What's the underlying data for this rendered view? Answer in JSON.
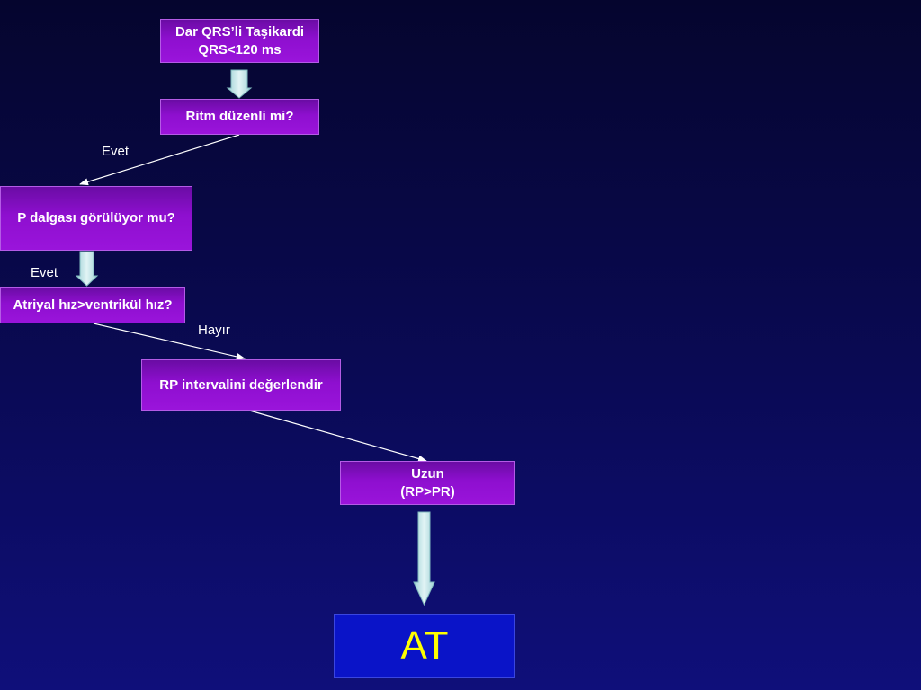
{
  "colors": {
    "background": "#0a0a55",
    "node_fill": "#8e0fcf",
    "final_fill": "#0a14c8",
    "final_text": "#ffff00",
    "arrow_fill": "#bfe3e6"
  },
  "nodes": {
    "dar_qrs": {
      "line1": "Dar QRS’li Taşikardi",
      "line2": "QRS<120 ms"
    },
    "ritm": {
      "text": "Ritm düzenli mi?"
    },
    "p_dalgasi": {
      "text": "P dalgası görülüyor mu?"
    },
    "atriyal": {
      "text": "Atriyal hız>ventrikül hız?"
    },
    "rp_interval": {
      "text": "RP intervalini değerlendir"
    },
    "uzun": {
      "line1": "Uzun",
      "line2": "(RP>PR)"
    },
    "at": {
      "text": "AT"
    }
  },
  "edge_labels": {
    "evet_1": "Evet",
    "evet_2": "Evet",
    "hayir": "Hayır"
  }
}
